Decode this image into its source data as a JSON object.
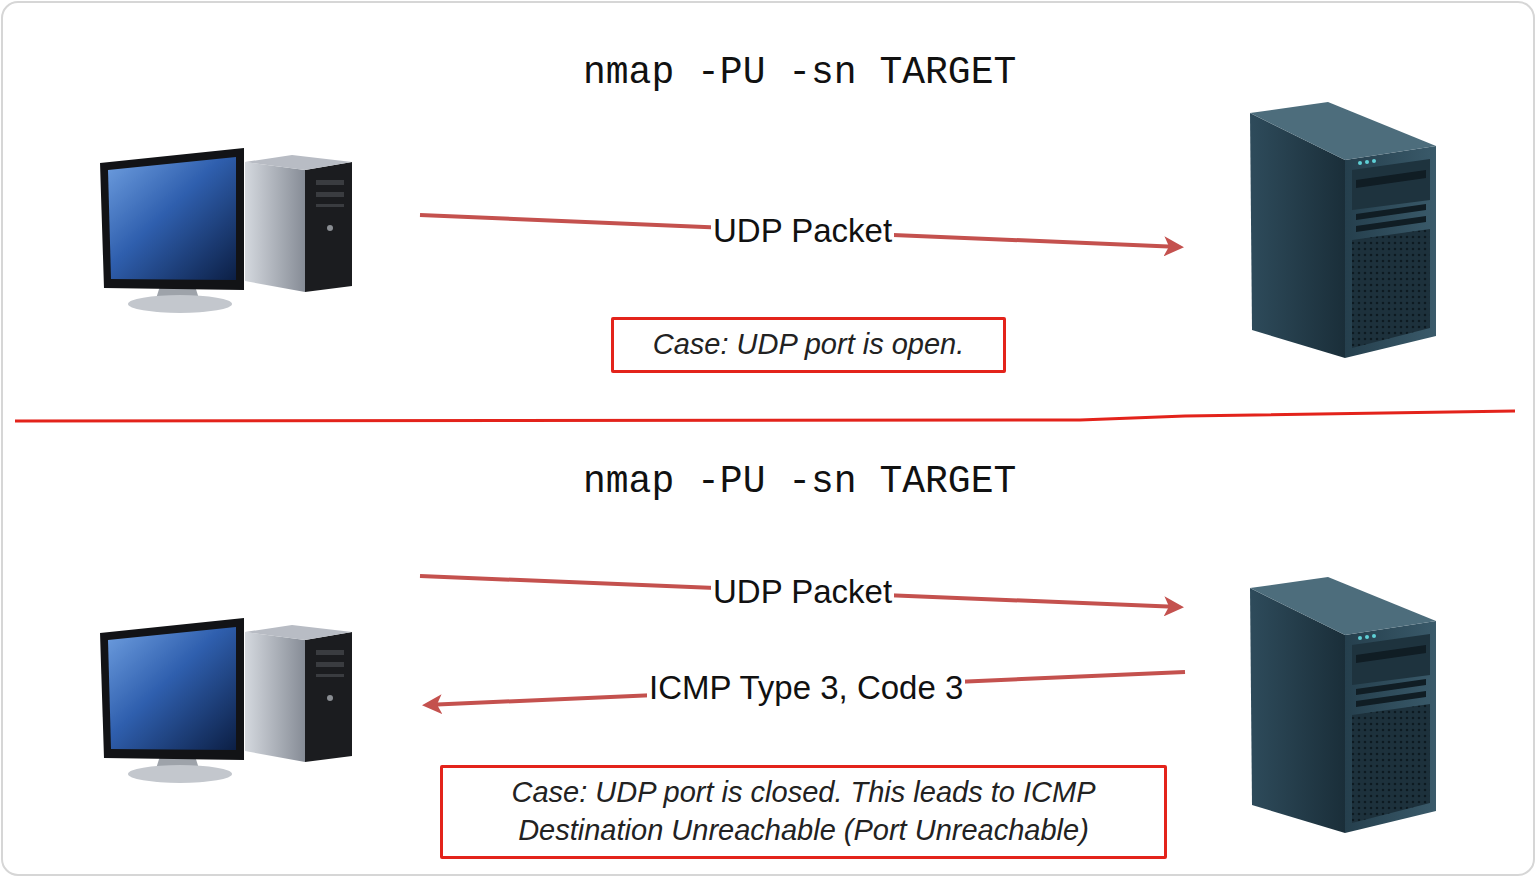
{
  "diagram": {
    "nodes": [
      {
        "text": [
          "Case: UDP port is open."
        ]
      },
      {
        "text": [
          "Case: UDP port is closed. This leads to ICMP Destination Unreachable (Port Unreachable)"
        ]
      }
    ],
    "labels": [
      "nmap -PU -sn TARGET",
      "UDP Packet",
      "nmap -PU -sn TARGET",
      "UDP Packet",
      "ICMP Type 3, Code 3"
    ]
  }
}
